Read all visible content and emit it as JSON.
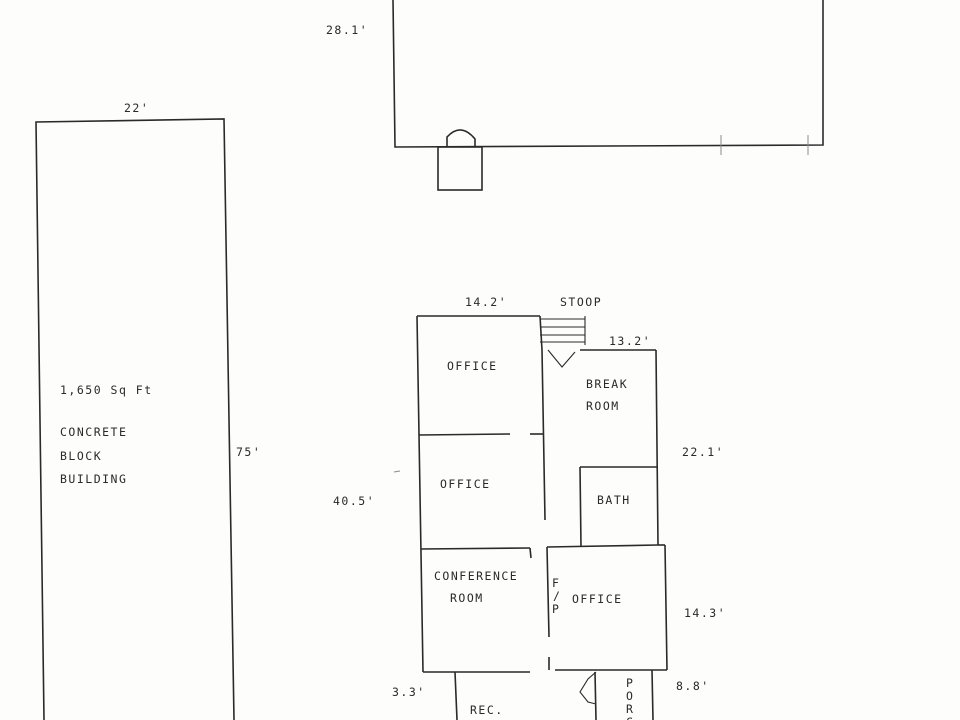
{
  "top_building": {
    "dimension_left": "28.1'"
  },
  "block_building": {
    "dimension_top": "22'",
    "dimension_right": "75'",
    "area": "1,650 Sq Ft",
    "label_line1": "CONCRETE",
    "label_line2": "BLOCK",
    "label_line3": "BUILDING"
  },
  "house": {
    "dim_top_left": "14.2'",
    "stoop": "STOOP",
    "dim_top_right": "13.2'",
    "dim_left": "40.5'",
    "dim_right_upper": "22.1'",
    "dim_right_lower": "14.3'",
    "dim_porch": "8.8'",
    "dim_rec": "3.3'",
    "rooms": {
      "office_1": "OFFICE",
      "break_line1": "BREAK",
      "break_line2": "ROOM",
      "office_2": "OFFICE",
      "bath": "BATH",
      "conf_line1": "CONFERENCE",
      "conf_line2": "ROOM",
      "fp_1": "F",
      "fp_2": "/",
      "fp_3": "P",
      "office_3": "OFFICE",
      "rec": "REC.",
      "porch_1": "P",
      "porch_2": "O",
      "porch_3": "R",
      "porch_4": "C"
    }
  }
}
